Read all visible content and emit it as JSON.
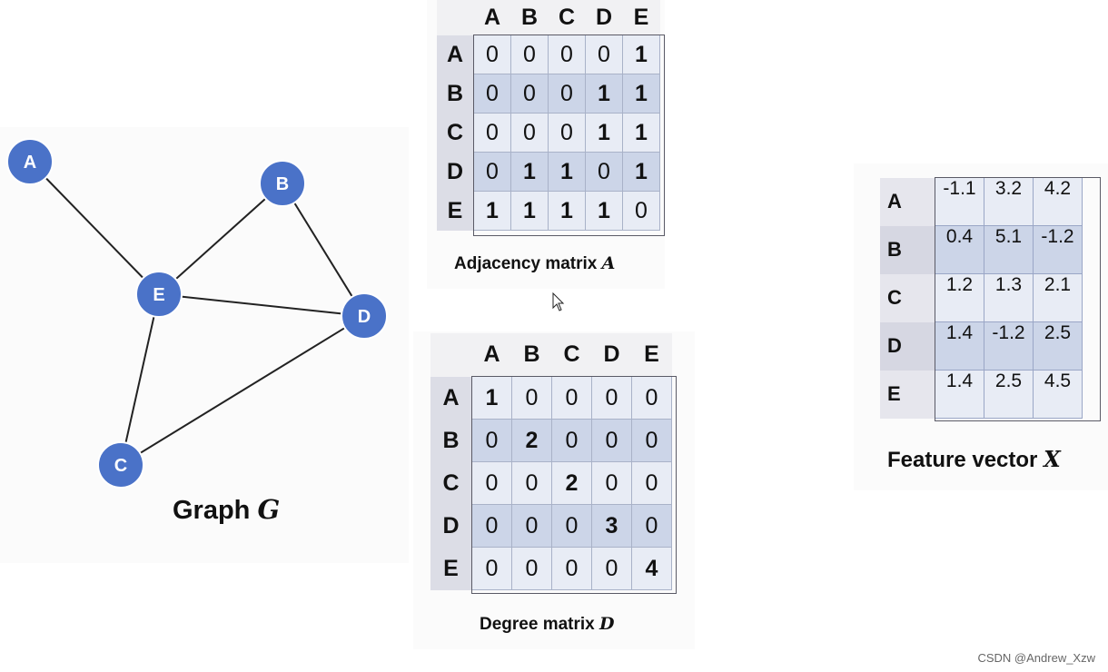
{
  "graph": {
    "caption_text": "Graph",
    "caption_var": "G",
    "node_color": "#4a72c8",
    "edge_color": "#222222",
    "nodes": [
      {
        "id": "A"
      },
      {
        "id": "B"
      },
      {
        "id": "C"
      },
      {
        "id": "D"
      },
      {
        "id": "E"
      }
    ],
    "edges": [
      [
        "A",
        "E"
      ],
      [
        "B",
        "E"
      ],
      [
        "B",
        "D"
      ],
      [
        "E",
        "D"
      ],
      [
        "C",
        "E"
      ],
      [
        "C",
        "D"
      ]
    ]
  },
  "adjacency": {
    "caption_text": "Adjacency matrix",
    "caption_var": "A",
    "labels": [
      "A",
      "B",
      "C",
      "D",
      "E"
    ],
    "rows": [
      [
        "0",
        "0",
        "0",
        "0",
        "1"
      ],
      [
        "0",
        "0",
        "0",
        "1",
        "1"
      ],
      [
        "0",
        "0",
        "0",
        "1",
        "1"
      ],
      [
        "0",
        "1",
        "1",
        "0",
        "1"
      ],
      [
        "1",
        "1",
        "1",
        "1",
        "0"
      ]
    ]
  },
  "degree": {
    "caption_text": "Degree matrix",
    "caption_var": "D",
    "labels": [
      "A",
      "B",
      "C",
      "D",
      "E"
    ],
    "rows": [
      [
        "1",
        "0",
        "0",
        "0",
        "0"
      ],
      [
        "0",
        "2",
        "0",
        "0",
        "0"
      ],
      [
        "0",
        "0",
        "2",
        "0",
        "0"
      ],
      [
        "0",
        "0",
        "0",
        "3",
        "0"
      ],
      [
        "0",
        "0",
        "0",
        "0",
        "4"
      ]
    ]
  },
  "features": {
    "caption_text": "Feature vector",
    "caption_var": "X",
    "labels": [
      "A",
      "B",
      "C",
      "D",
      "E"
    ],
    "rows": [
      [
        "-1.1",
        "3.2",
        "4.2"
      ],
      [
        "0.4",
        "5.1",
        "-1.2"
      ],
      [
        "1.2",
        "1.3",
        "2.1"
      ],
      [
        "1.4",
        "-1.2",
        "2.5"
      ],
      [
        "1.4",
        "2.5",
        "4.5"
      ]
    ]
  },
  "watermark": "CSDN @Andrew_Xzw"
}
